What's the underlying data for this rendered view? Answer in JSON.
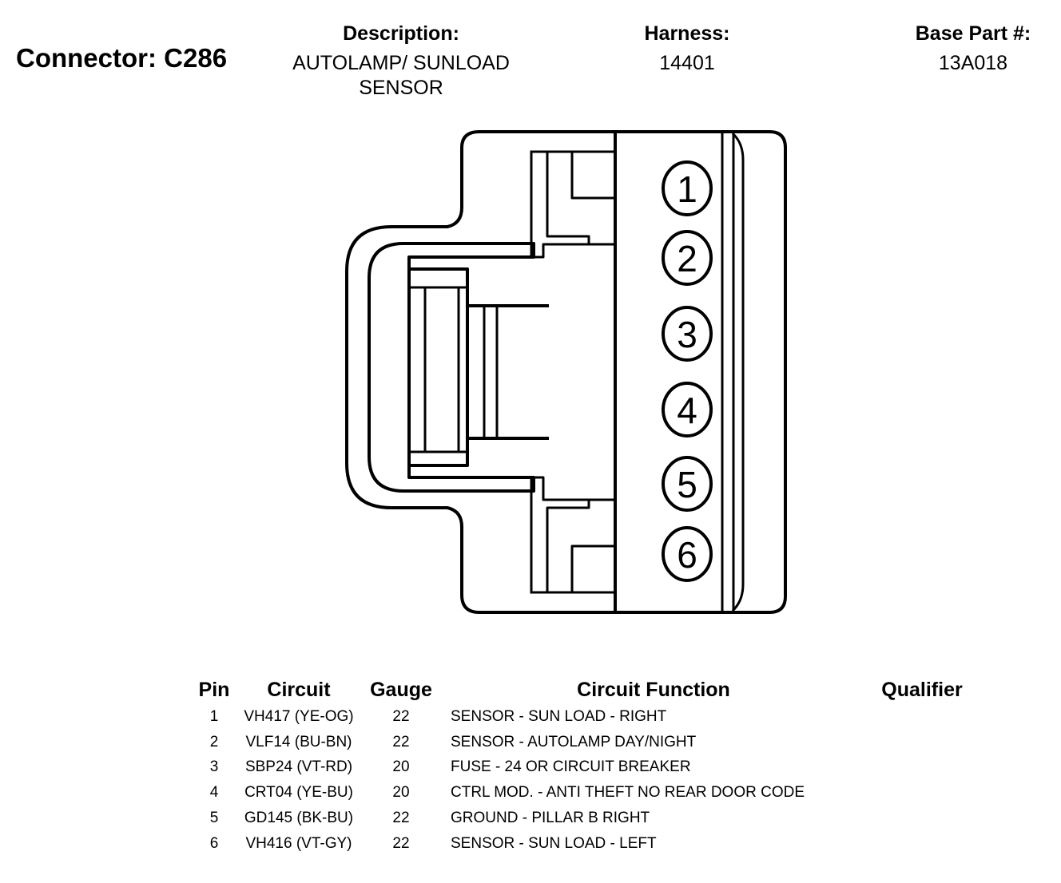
{
  "connector": {
    "title": "Connector: C286",
    "description_label": "Description:",
    "description_value": "AUTOLAMP/ SUNLOAD SENSOR",
    "harness_label": "Harness:",
    "harness_value": "14401",
    "base_part_label": "Base Part #:",
    "base_part_value": "13A018"
  },
  "diagram": {
    "pin_labels": [
      "1",
      "2",
      "3",
      "4",
      "5",
      "6"
    ]
  },
  "table": {
    "headers": {
      "pin": "Pin",
      "circuit": "Circuit",
      "gauge": "Gauge",
      "function": "Circuit Function",
      "qualifier": "Qualifier"
    },
    "rows": [
      {
        "pin": "1",
        "circuit": "VH417 (YE-OG)",
        "gauge": "22",
        "function": "SENSOR - SUN LOAD - RIGHT",
        "qualifier": ""
      },
      {
        "pin": "2",
        "circuit": "VLF14 (BU-BN)",
        "gauge": "22",
        "function": "SENSOR - AUTOLAMP DAY/NIGHT",
        "qualifier": ""
      },
      {
        "pin": "3",
        "circuit": "SBP24 (VT-RD)",
        "gauge": "20",
        "function": "FUSE - 24 OR CIRCUIT BREAKER",
        "qualifier": ""
      },
      {
        "pin": "4",
        "circuit": "CRT04 (YE-BU)",
        "gauge": "20",
        "function": "CTRL MOD. - ANTI THEFT NO REAR DOOR CODE",
        "qualifier": ""
      },
      {
        "pin": "5",
        "circuit": "GD145 (BK-BU)",
        "gauge": "22",
        "function": "GROUND - PILLAR B RIGHT",
        "qualifier": ""
      },
      {
        "pin": "6",
        "circuit": "VH416 (VT-GY)",
        "gauge": "22",
        "function": "SENSOR - SUN LOAD - LEFT",
        "qualifier": ""
      }
    ]
  }
}
